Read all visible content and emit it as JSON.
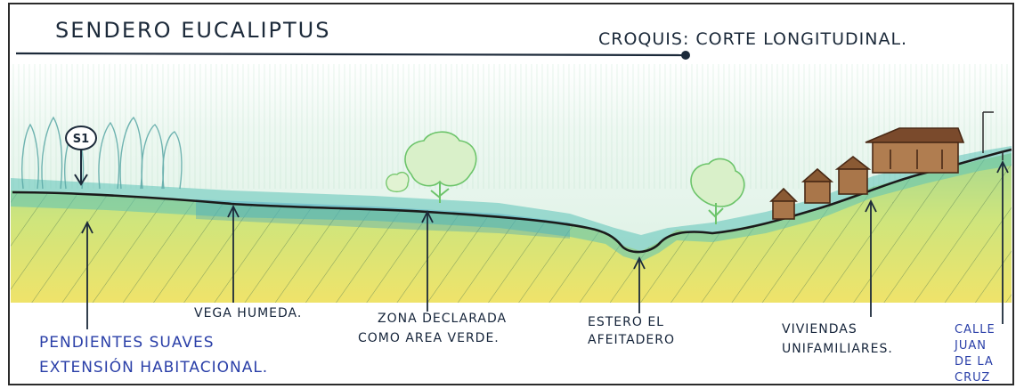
{
  "title": "Sendero Eucaliptus",
  "subtitle": "Croquis: Corte longitudinal.",
  "marker": "S1",
  "annotations": {
    "slopes_line1": "Pendientes suaves",
    "slopes_line2": "Extensión habitacional.",
    "wet_meadow": "Vega humeda.",
    "green_zone_line1": "Zona declarada",
    "green_zone_line2": "como area verde.",
    "estero_line1": "Estero el",
    "estero_line2": "Afeitadero",
    "housing_line1": "Viviendas",
    "housing_line2": "unifamiliares.",
    "street_line1": "Calle",
    "street_line2": "Juan",
    "street_line3": "de la",
    "street_line4": "Cruz"
  },
  "colors": {
    "ink": "#1c2a3a",
    "sky": "#eaf6ef",
    "teal": "#3ab7b8",
    "grass": "#bfe08a",
    "soil_yellow": "#e8df6a",
    "soil_green": "#b5d97a",
    "tree_green": "#8ccf7a",
    "house_brown": "#7a4a2c",
    "label_blue": "#2a3fa8"
  }
}
